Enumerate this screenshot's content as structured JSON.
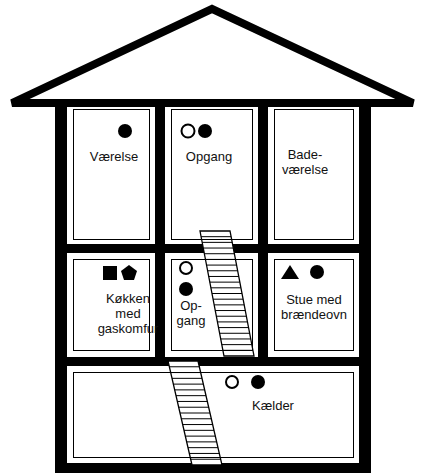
{
  "diagram": {
    "nodes": [
      {
        "text": [
          "Værelse"
        ]
      },
      {
        "text": [
          "Opgang"
        ]
      },
      {
        "text": [
          "Bade- værelse"
        ]
      },
      {
        "text": [
          "Køkken med gaskomfur"
        ]
      },
      {
        "text": [
          "Op- gang"
        ]
      },
      {
        "text": [
          "Stue med brændeovn"
        ]
      },
      {
        "text": [
          "Kælder"
        ]
      }
    ]
  }
}
